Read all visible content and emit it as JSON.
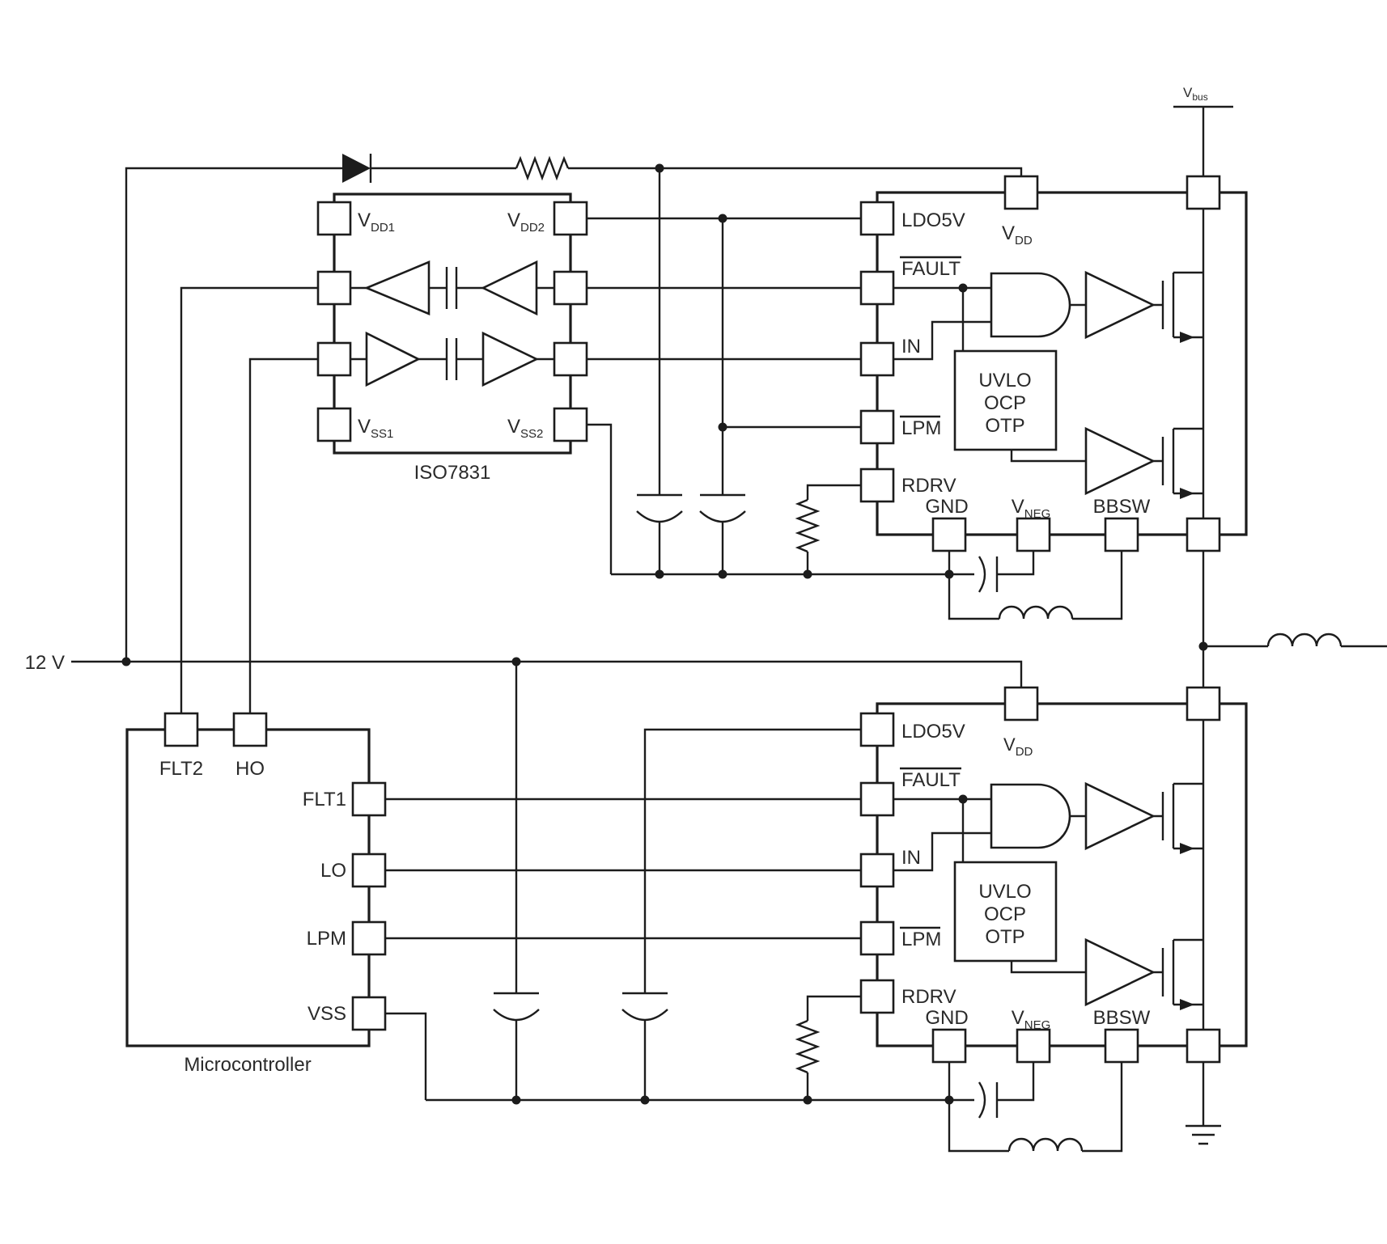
{
  "colors": {
    "line": "#1c1c1c",
    "text": "#2a2a2a",
    "background": "#ffffff"
  },
  "labels": {
    "supply_12v": "12 V",
    "vbus": {
      "main": "V",
      "sub": "bus"
    },
    "iso": {
      "name": "ISO7831",
      "vdd1_main": "V",
      "vdd1_sub": "DD1",
      "vdd2_main": "V",
      "vdd2_sub": "DD2",
      "vss1_main": "V",
      "vss1_sub": "SS1",
      "vss2_main": "V",
      "vss2_sub": "SS2"
    },
    "mcu": {
      "name": "Microcontroller",
      "flt2": "FLT2",
      "ho": "HO",
      "flt1": "FLT1",
      "lo": "LO",
      "lpm": "LPM",
      "vss": "VSS"
    },
    "driver": {
      "ldo5v": "LDO5V",
      "fault": "FAULT",
      "in": "IN",
      "lpm": "LPM",
      "rdrv": "RDRV",
      "gnd": "GND",
      "vneg_main": "V",
      "vneg_sub": "NEG",
      "bbsw": "BBSW",
      "vdd_main": "V",
      "vdd_sub": "DD",
      "protection": [
        "UVLO",
        "OCP",
        "OTP"
      ]
    }
  }
}
